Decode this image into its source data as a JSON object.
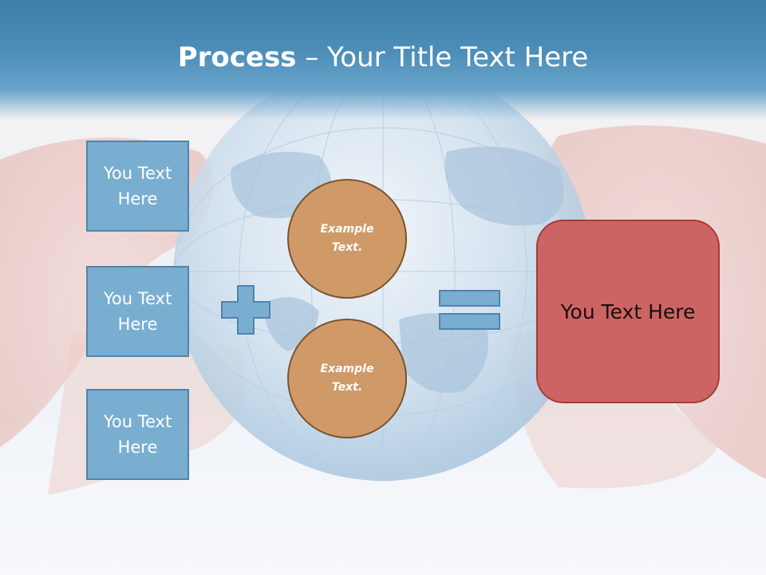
{
  "title": {
    "bold": "Process",
    "rest": " – Your Title Text Here"
  },
  "left_boxes": [
    {
      "label": "You Text Here"
    },
    {
      "label": "You Text Here"
    },
    {
      "label": "You Text Here"
    }
  ],
  "circles": [
    {
      "label": "Example Text."
    },
    {
      "label": "Example Text."
    }
  ],
  "result": {
    "label": "You Text Here"
  },
  "colors": {
    "box_fill": "#7aaed0",
    "box_border": "#4f84ad",
    "circle_fill": "#cf9a68",
    "circle_border": "#7a5430",
    "result_fill": "#cd6464",
    "result_border": "#a83a3a",
    "header": "#4d8fb9"
  },
  "icons": {
    "operator_1": "plus-icon",
    "operator_2": "equals-icon"
  }
}
